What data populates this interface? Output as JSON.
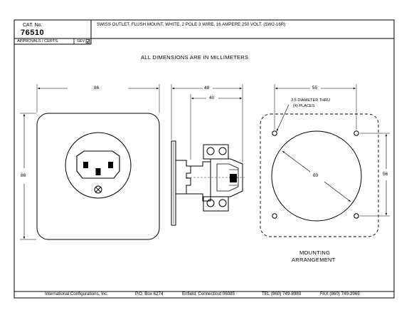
{
  "header": {
    "cat_label": "CAT. No.",
    "cat_number": "76510",
    "description": "SWISS OUTLET, FLUSH MOUNT, WHITE, 2 POLE 3 WIRE, 16 AMPERE 250 VOLT. (SW2-16R)",
    "approvals_label": "APPROVALS / CERTS.",
    "sev_label": "SEV"
  },
  "drawing": {
    "units_note": "ALL DIMENSIONS ARE IN MILLIMETERS",
    "front_width": "86",
    "front_height": "86",
    "side_total_depth": "48",
    "side_body_depth": "40",
    "mount_width": "55",
    "mount_height": "56",
    "cutout_diameter": "60",
    "hole_note_line1": "3.5 DIAMETER THRU",
    "hole_note_line2": "(4) PLACES",
    "mount_title_line1": "MOUNTING",
    "mount_title_line2": "ARRANGEMENT"
  },
  "footer": {
    "company": "International Configurations, Inc.",
    "pobox": "P.O. Box 6274",
    "city": "Enfield, Connecticut  06085",
    "tel": "TEL (860) 749-8980",
    "fax": "FAX (860) 749-2965"
  }
}
